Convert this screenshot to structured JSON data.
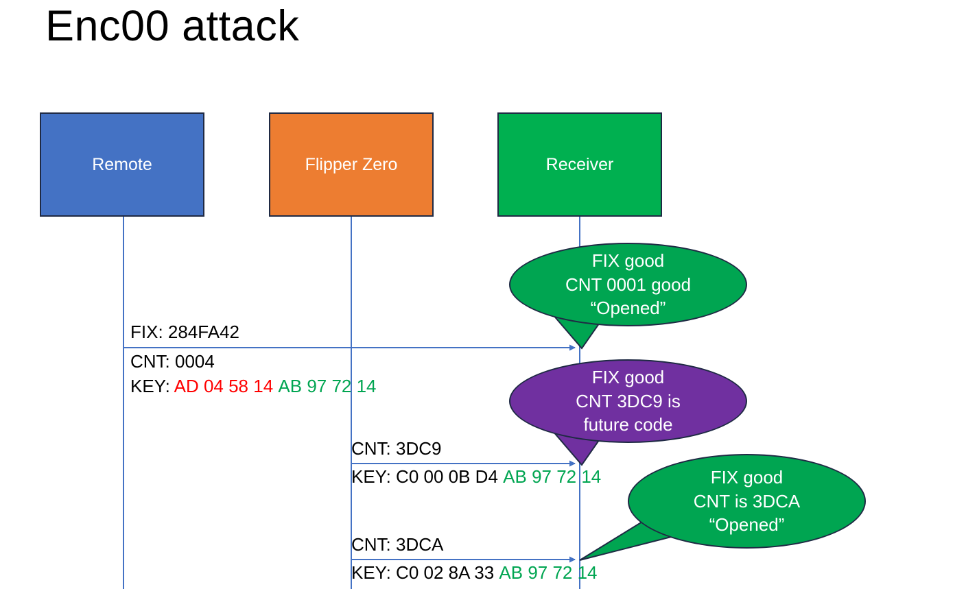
{
  "slide": {
    "title": "Enc00 attack"
  },
  "actors": [
    {
      "name": "remote",
      "label": "Remote",
      "color": "#4472C4"
    },
    {
      "name": "flipper",
      "label": "Flipper Zero",
      "color": "#ED7D31"
    },
    {
      "name": "receiver",
      "label": "Receiver",
      "color": "#00B050"
    }
  ],
  "messages": [
    {
      "id": "msg-1",
      "from": "remote",
      "to": "receiver",
      "line1": "FIX: 284FA42",
      "line2": "CNT: 0004",
      "key_prefix": "KEY: ",
      "key_part1": "AD 04 58 14",
      "key_part1_color": "#FF0000",
      "key_part2": "AB 97 72 14",
      "key_part2_color": "#00A551"
    },
    {
      "id": "msg-2",
      "from": "flipper",
      "to": "receiver",
      "line1": "CNT: 3DC9",
      "key_prefix": "KEY: ",
      "key_part1": "C0 00 0B D4",
      "key_part1_color": "#000000",
      "key_part2": "AB 97 72 14",
      "key_part2_color": "#00A551"
    },
    {
      "id": "msg-3",
      "from": "flipper",
      "to": "receiver",
      "line1": "CNT: 3DCA",
      "key_prefix": "KEY: ",
      "key_part1": "C0 02 8A 33",
      "key_part1_color": "#000000",
      "key_part2": "AB 97 72 14",
      "key_part2_color": "#00A551"
    }
  ],
  "bubbles": [
    {
      "id": "bubble-1",
      "color": "#00A551",
      "line1": "FIX good",
      "line2": "CNT 0001 good",
      "line3": "“Opened”"
    },
    {
      "id": "bubble-2",
      "color": "#7030A0",
      "line1": "FIX good",
      "line2": "CNT 3DC9 is",
      "line3": "future code"
    },
    {
      "id": "bubble-3",
      "color": "#00A551",
      "line1": "FIX good",
      "line2": "CNT is 3DCA",
      "line3": "“Opened”"
    }
  ],
  "colors": {
    "lifeline": "#4472C4",
    "arrow": "#4472C4",
    "outline": "#1f2a44",
    "background": "#FFFFFF"
  }
}
